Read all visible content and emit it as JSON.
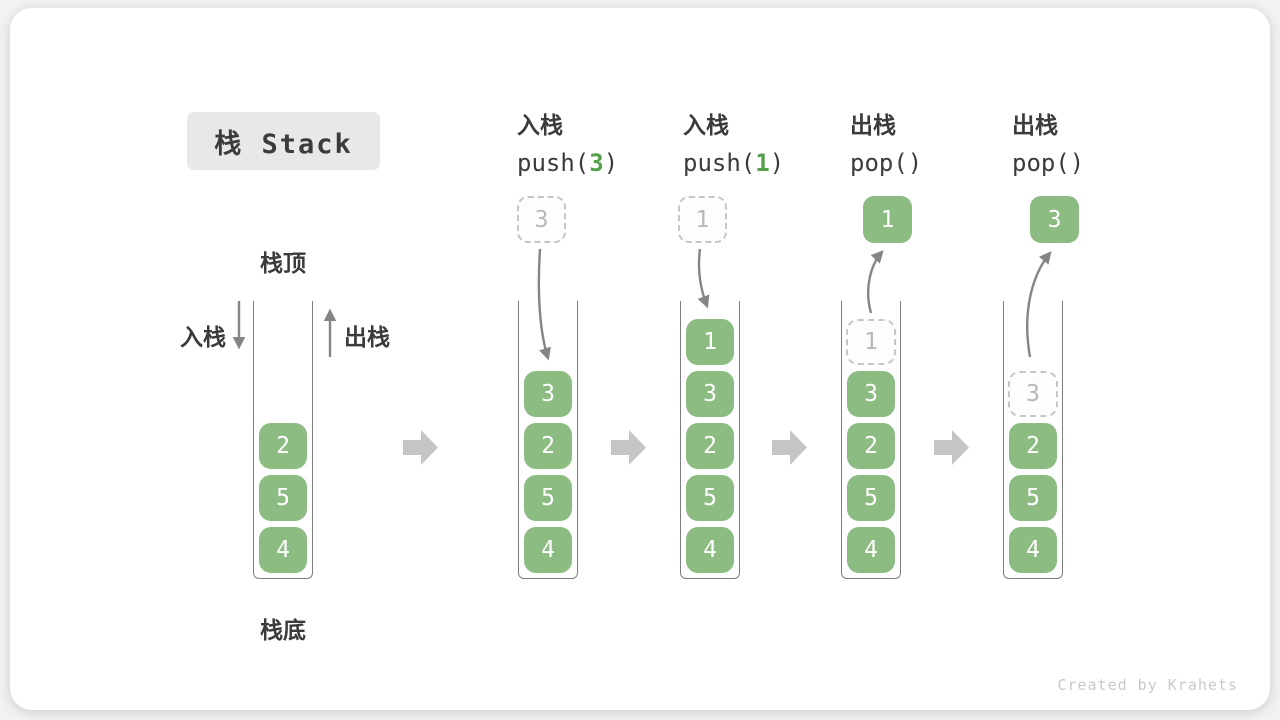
{
  "title_badge": "栈 Stack",
  "watermark": "Created by Krahets",
  "legend": {
    "stack_top": "栈顶",
    "stack_bottom": "栈底",
    "push_side": "入栈",
    "pop_side": "出栈"
  },
  "operations": [
    {
      "name": "入栈",
      "code_prefix": "push(",
      "code_arg": "3",
      "code_suffix": ")"
    },
    {
      "name": "入栈",
      "code_prefix": "push(",
      "code_arg": "1",
      "code_suffix": ")"
    },
    {
      "name": "出栈",
      "code_prefix": "pop(",
      "code_arg": "",
      "code_suffix": ")"
    },
    {
      "name": "出栈",
      "code_prefix": "pop(",
      "code_arg": "",
      "code_suffix": ")"
    }
  ],
  "floating_boxes": [
    {
      "value": "3",
      "style": "dashed"
    },
    {
      "value": "1",
      "style": "dashed"
    },
    {
      "value": "1",
      "style": "solid"
    },
    {
      "value": "3",
      "style": "solid"
    }
  ],
  "stacks": [
    {
      "label": "initial-stack",
      "items": [
        {
          "value": "2",
          "style": "solid"
        },
        {
          "value": "5",
          "style": "solid"
        },
        {
          "value": "4",
          "style": "solid"
        }
      ]
    },
    {
      "label": "after-push-3",
      "items": [
        {
          "value": "3",
          "style": "solid"
        },
        {
          "value": "2",
          "style": "solid"
        },
        {
          "value": "5",
          "style": "solid"
        },
        {
          "value": "4",
          "style": "solid"
        }
      ]
    },
    {
      "label": "after-push-1",
      "items": [
        {
          "value": "1",
          "style": "solid"
        },
        {
          "value": "3",
          "style": "solid"
        },
        {
          "value": "2",
          "style": "solid"
        },
        {
          "value": "5",
          "style": "solid"
        },
        {
          "value": "4",
          "style": "solid"
        }
      ]
    },
    {
      "label": "after-pop-1",
      "items": [
        {
          "value": "1",
          "style": "dashed"
        },
        {
          "value": "3",
          "style": "solid"
        },
        {
          "value": "2",
          "style": "solid"
        },
        {
          "value": "5",
          "style": "solid"
        },
        {
          "value": "4",
          "style": "solid"
        }
      ]
    },
    {
      "label": "after-pop-3",
      "items": [
        {
          "value": "3",
          "style": "dashed"
        },
        {
          "value": "2",
          "style": "solid"
        },
        {
          "value": "5",
          "style": "solid"
        },
        {
          "value": "4",
          "style": "solid"
        }
      ]
    }
  ],
  "colors": {
    "node_green": "#8CBC82",
    "arg_green": "#55A04B",
    "arrow_gray": "#858585",
    "block_arrow_gray": "#C5C5C5",
    "badge_bg": "#E8E8E8",
    "text_dark": "#3B3B3B",
    "wall_gray": "#7E7E7E",
    "dashed_border": "#C6C6C6",
    "dashed_text": "#B8B8B8",
    "watermark_gray": "#C9C9C9"
  }
}
